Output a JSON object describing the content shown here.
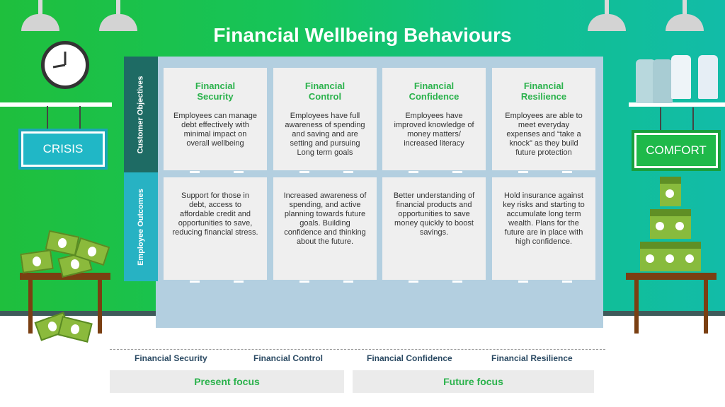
{
  "title": "Financial Wellbeing Behaviours",
  "side_labels": {
    "top": "Customer Objectives",
    "bottom": "Employee Outcomes"
  },
  "signs": {
    "left": "CRISIS",
    "right": "COMFORT"
  },
  "columns": [
    {
      "heading_line1": "Financial",
      "heading_line2": "Security",
      "objective": "Employees can manage debt effectively with minimal impact on overall wellbeing",
      "outcome": "Support for those in debt, access to affordable credit and opportunities to save, reducing financial stress."
    },
    {
      "heading_line1": "Financial",
      "heading_line2": "Control",
      "objective": "Employees have full awareness of spending and saving and are setting and pursuing Long term goals",
      "outcome": "Increased awareness of spending, and active planning towards future goals. Building confidence and thinking about the future."
    },
    {
      "heading_line1": "Financial",
      "heading_line2": "Confidence",
      "objective": "Employees have improved knowledge of money matters/ increased literacy",
      "outcome": "Better understanding of financial products and opportunities to save money quickly to boost savings."
    },
    {
      "heading_line1": "Financial",
      "heading_line2": "Resilience",
      "objective": "Employees are able to meet everyday expenses and “take a knock” as they build future protection",
      "outcome": "Hold insurance against key risks and starting to accumulate long term wealth. Plans for the future are in place with high confidence."
    }
  ],
  "footer_labels": [
    "Financial Security",
    "Financial Control",
    "Financial Confidence",
    "Financial Resilience"
  ],
  "focus": {
    "present": "Present focus",
    "future": "Future focus"
  },
  "colors": {
    "accent_green": "#2bb24c",
    "crisis_sign": "#20b7c6",
    "comfort_sign": "#1fb94a",
    "board": "#b3cfe0"
  }
}
